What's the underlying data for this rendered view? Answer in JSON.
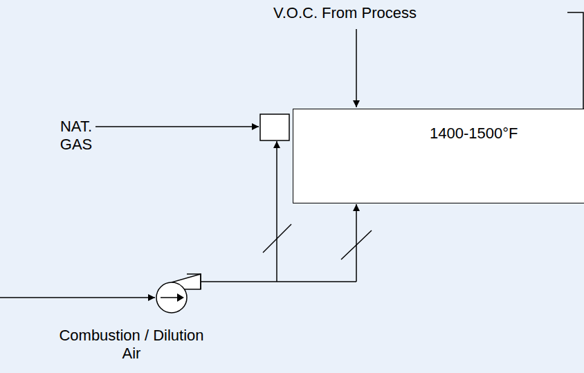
{
  "diagram": {
    "nodes": [
      {
        "text": [
          "1400-1500°F"
        ]
      }
    ],
    "labels": [
      "V.O.C. From Process",
      "NAT. GAS",
      "Combustion / Dilution Air"
    ]
  }
}
